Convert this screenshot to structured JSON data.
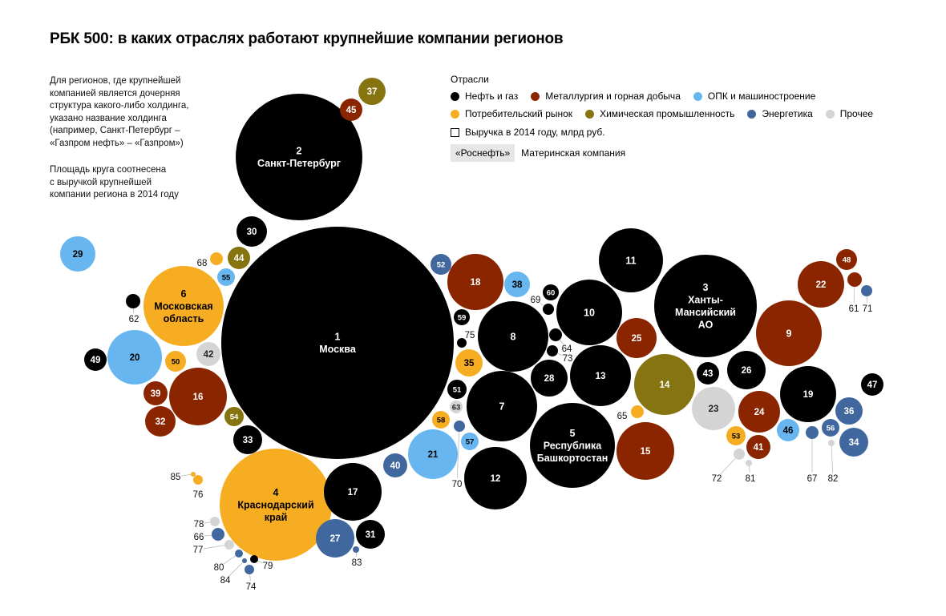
{
  "header": {
    "title": "РБК 500: в каких отраслях работают крупнейшие компании регионов"
  },
  "notes": {
    "holding": "Для регионов, где  крупнейшей\nкомпанией является дочерняя\nструктура какого-либо холдинга,\nуказано название холдинга\n(например, Санкт-Петербург –\n«Газпром нефть» – «Газпром»)",
    "area": "Площадь круга соотнесена\nс выручкой крупнейшей\nкомпании региона в 2014 году"
  },
  "legend": {
    "title": "Отрасли",
    "rows": [
      [
        {
          "key": "oil",
          "label": "Нефть и газ"
        },
        {
          "key": "metal",
          "label": "Металлургия и горная добыча"
        },
        {
          "key": "opk",
          "label": "ОПК и машиностроение"
        }
      ],
      [
        {
          "key": "consumer",
          "label": "Потребительский рынок"
        },
        {
          "key": "chem",
          "label": "Химическая промышленность"
        },
        {
          "key": "energy",
          "label": "Энергетика"
        },
        {
          "key": "other",
          "label": "Прочее"
        }
      ]
    ],
    "revenue_label": "Выручка в 2014 году, млрд руб.",
    "parent_example": "«Роснефть»",
    "parent_label": "Материнская компания"
  },
  "colors": {
    "oil": "#000000",
    "metal": "#8b2500",
    "opk": "#68b6f0",
    "consumer": "#f7ad22",
    "chem": "#85740f",
    "energy": "#41689e",
    "other": "#d4d4d4"
  },
  "chart_data": {
    "type": "bubble",
    "regions": [
      {
        "id": "1",
        "name": "Москва",
        "industry": "oil"
      },
      {
        "id": "2",
        "name": "Санкт-Петербург",
        "industry": "oil"
      },
      {
        "id": "3",
        "name": "Ханты-\nМансийский\nАО",
        "industry": "oil"
      },
      {
        "id": "4",
        "name": "Краснодарский\nкрай",
        "industry": "consumer"
      },
      {
        "id": "5",
        "name": "Республика\nБашкортостан",
        "industry": "oil"
      },
      {
        "id": "6",
        "name": "Московская\nобласть",
        "industry": "consumer"
      },
      {
        "id": "7",
        "industry": "oil"
      },
      {
        "id": "8",
        "industry": "oil"
      },
      {
        "id": "9",
        "industry": "metal"
      },
      {
        "id": "10",
        "industry": "oil"
      },
      {
        "id": "11",
        "industry": "oil"
      },
      {
        "id": "12",
        "industry": "oil"
      },
      {
        "id": "13",
        "industry": "oil"
      },
      {
        "id": "14",
        "industry": "chem"
      },
      {
        "id": "15",
        "industry": "metal"
      },
      {
        "id": "16",
        "industry": "metal"
      },
      {
        "id": "17",
        "industry": "oil"
      },
      {
        "id": "18",
        "industry": "metal"
      },
      {
        "id": "19",
        "industry": "oil"
      },
      {
        "id": "20",
        "industry": "opk"
      },
      {
        "id": "21",
        "industry": "opk"
      },
      {
        "id": "22",
        "industry": "metal"
      },
      {
        "id": "23",
        "industry": "other"
      },
      {
        "id": "24",
        "industry": "metal"
      },
      {
        "id": "25",
        "industry": "metal"
      },
      {
        "id": "26",
        "industry": "oil"
      },
      {
        "id": "27",
        "industry": "energy"
      },
      {
        "id": "28",
        "industry": "oil"
      },
      {
        "id": "29",
        "industry": "opk"
      },
      {
        "id": "30",
        "industry": "oil"
      },
      {
        "id": "31",
        "industry": "oil"
      },
      {
        "id": "32",
        "industry": "metal"
      },
      {
        "id": "33",
        "industry": "oil"
      },
      {
        "id": "34",
        "industry": "energy"
      },
      {
        "id": "35",
        "industry": "consumer"
      },
      {
        "id": "36",
        "industry": "energy"
      },
      {
        "id": "37",
        "industry": "chem"
      },
      {
        "id": "38",
        "industry": "opk"
      },
      {
        "id": "39",
        "industry": "metal"
      },
      {
        "id": "40",
        "industry": "energy"
      },
      {
        "id": "41",
        "industry": "metal"
      },
      {
        "id": "42",
        "industry": "other"
      },
      {
        "id": "43",
        "industry": "oil"
      },
      {
        "id": "44",
        "industry": "chem"
      },
      {
        "id": "45",
        "industry": "metal"
      },
      {
        "id": "46",
        "industry": "opk"
      },
      {
        "id": "47",
        "industry": "oil"
      },
      {
        "id": "48",
        "industry": "metal"
      },
      {
        "id": "49",
        "industry": "oil"
      },
      {
        "id": "50",
        "industry": "consumer"
      },
      {
        "id": "51",
        "industry": "oil"
      },
      {
        "id": "52",
        "industry": "energy"
      },
      {
        "id": "53",
        "industry": "consumer"
      },
      {
        "id": "54",
        "industry": "chem"
      },
      {
        "id": "55",
        "industry": "opk"
      },
      {
        "id": "56",
        "industry": "energy"
      },
      {
        "id": "57",
        "industry": "opk"
      },
      {
        "id": "58",
        "industry": "consumer"
      },
      {
        "id": "59",
        "industry": "oil"
      },
      {
        "id": "60",
        "industry": "oil"
      },
      {
        "id": "61",
        "industry": "metal"
      },
      {
        "id": "62",
        "industry": "oil"
      },
      {
        "id": "63",
        "industry": "other"
      },
      {
        "id": "64",
        "industry": "oil"
      },
      {
        "id": "65",
        "industry": "consumer"
      },
      {
        "id": "66",
        "industry": "energy"
      },
      {
        "id": "67",
        "industry": "energy"
      },
      {
        "id": "68",
        "industry": "consumer"
      },
      {
        "id": "69",
        "industry": "oil"
      },
      {
        "id": "70",
        "industry": "energy"
      },
      {
        "id": "71",
        "industry": "energy"
      },
      {
        "id": "72",
        "industry": "other"
      },
      {
        "id": "73",
        "industry": "oil"
      },
      {
        "id": "74",
        "industry": "energy"
      },
      {
        "id": "75",
        "industry": "oil"
      },
      {
        "id": "76",
        "industry": "consumer"
      },
      {
        "id": "77",
        "industry": "other"
      },
      {
        "id": "78",
        "industry": "other"
      },
      {
        "id": "79",
        "industry": "oil"
      },
      {
        "id": "80",
        "industry": "energy"
      },
      {
        "id": "81",
        "industry": "other"
      },
      {
        "id": "82",
        "industry": "other"
      },
      {
        "id": "83",
        "industry": "energy"
      },
      {
        "id": "84",
        "industry": "energy"
      },
      {
        "id": "85",
        "industry": "consumer"
      }
    ]
  }
}
